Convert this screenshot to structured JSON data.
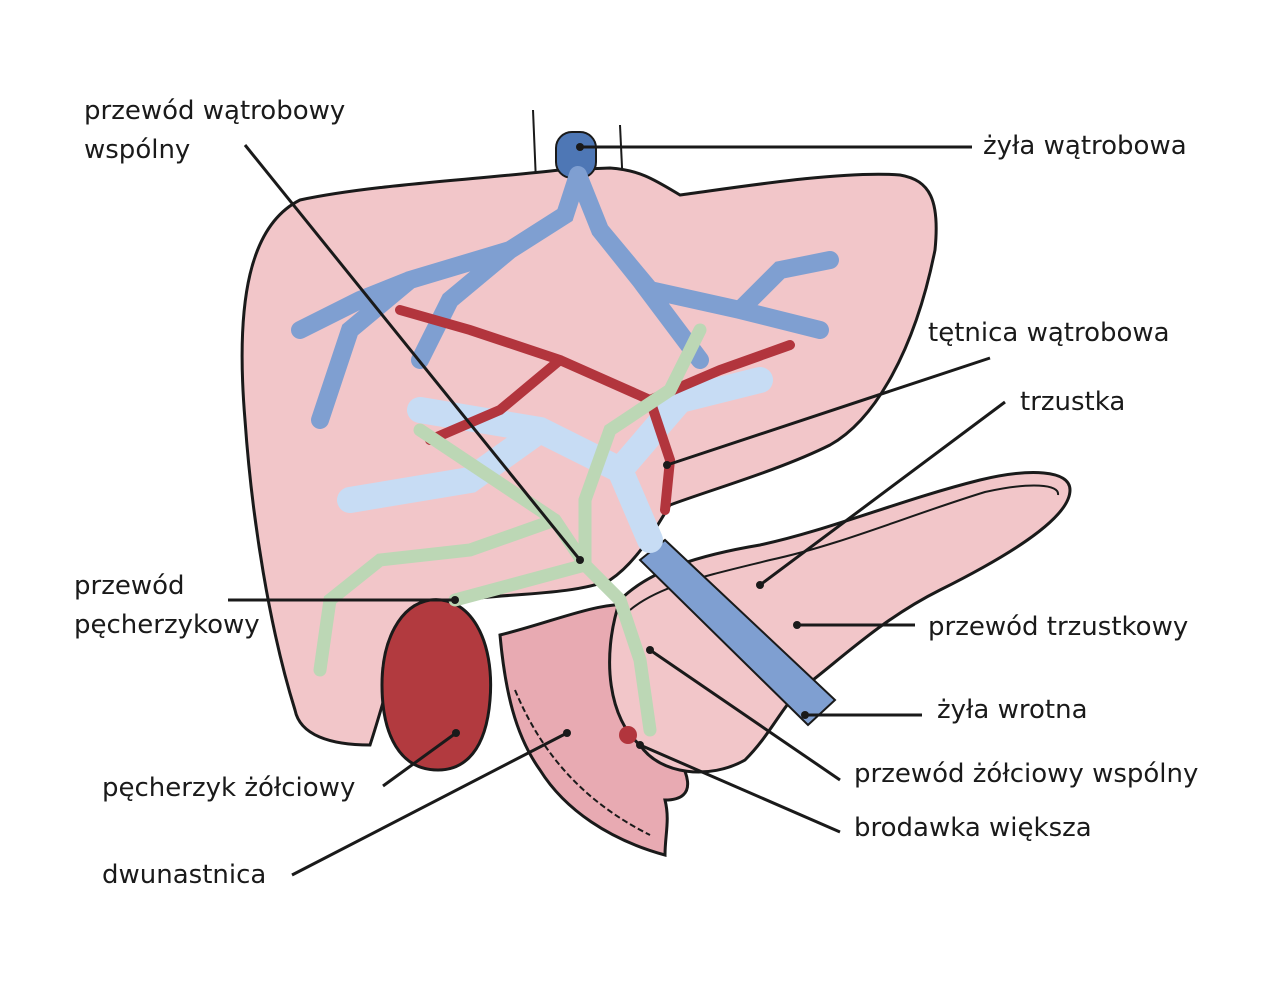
{
  "labels": {
    "common_hepatic_duct": [
      "przewód wątrobowy",
      "wspólny"
    ],
    "hepatic_vein": "żyła wątrobowa",
    "hepatic_artery": "tętnica  wątrobowa",
    "pancreas": "trzustka",
    "cystic_duct": [
      "przewód",
      "pęcherzykowy"
    ],
    "pancreatic_duct": "przewód trzustkowy",
    "portal_vein": "żyła wrotna",
    "gallbladder": "pęcherzyk żółciowy",
    "common_bile_duct": "przewód żółciowy wspólny",
    "major_papilla": "brodawka większa",
    "duodenum": "dwunastnica"
  },
  "colors": {
    "liver": "#f2c6c9",
    "hepatic_vein": "#7f9fd1",
    "portal_vein": "#c7dcf4",
    "hepatic_artery": "#b2353d",
    "bile_duct": "#bcd7b5",
    "gallbladder": "#b23a3f",
    "duodenum": "#e8aab2",
    "pancreas": "#f2c6c9",
    "outline": "#1a1a1a"
  }
}
